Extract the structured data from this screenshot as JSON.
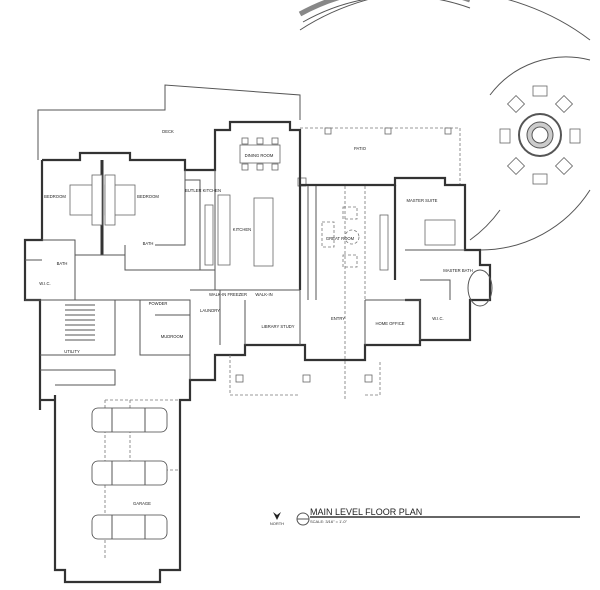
{
  "title": "MAIN LEVEL FLOOR PLAN",
  "scale_note": "SCALE: 3/16\" = 1'-0\"",
  "north_label": "NORTH",
  "rooms": {
    "deck": "DECK",
    "bedroom_1": "BEDROOM",
    "bedroom_2": "BEDROOM",
    "bath_1": "BATH",
    "bath_2": "BATH",
    "wic_1": "W.I.C.",
    "butler_kitchen": "BUTLER KITCHEN",
    "dining_room": "DINING ROOM",
    "kitchen": "KITCHEN",
    "patio": "PATIO",
    "great_room": "GREAT ROOM",
    "master_suite": "MASTER SUITE",
    "master_bath": "MASTER BATH",
    "wic_2": "W.I.C.",
    "walk_in_freezer": "WALK-IN FREEZER",
    "walk_in": "WALK-IN",
    "laundry": "LAUNDRY",
    "mudroom": "MUDROOM",
    "powder": "POWDER",
    "library_study": "LIBRARY STUDY",
    "entry": "ENTRY",
    "home_office": "HOME OFFICE",
    "utility": "UTILITY",
    "garage": "GARAGE"
  },
  "colors": {
    "line": "#333333",
    "background": "#ffffff"
  }
}
